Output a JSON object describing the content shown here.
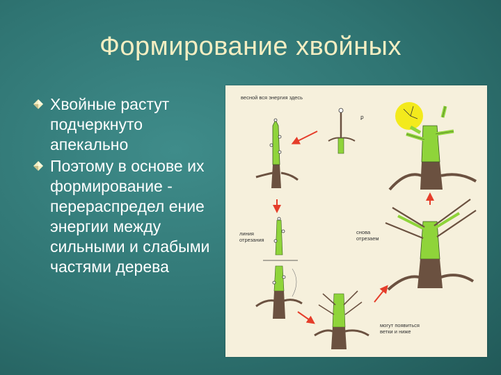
{
  "slide": {
    "title": "Формирование хвойных",
    "bullets": [
      "Хвойные растут подчеркнуто апекально",
      "Поэтому в основе их формирование - перераспредел ение энергии между сильными и слабыми частями дерева"
    ]
  },
  "figure": {
    "caption_top": "весной вся энергия здесь",
    "caption_cut_line": [
      "линия",
      "отрезания"
    ],
    "caption_cut_again": [
      "снова",
      "отрезаем"
    ],
    "caption_branches": [
      "могут появиться",
      "ветки и ниже"
    ],
    "colors": {
      "shoot": "#8fd43a",
      "trunk": "#6b5140",
      "arrow": "#e53d2a",
      "sun": "#f3ea1c"
    }
  }
}
